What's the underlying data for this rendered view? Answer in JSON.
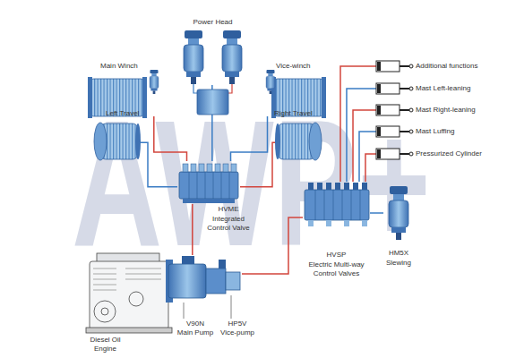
{
  "diagram": {
    "nodes": [
      {
        "text": [
          "Power Head"
        ]
      },
      {
        "text": [
          "Main Winch"
        ]
      },
      {
        "text": [
          "Vice-winch"
        ]
      },
      {
        "text": [
          "Left Travel"
        ]
      },
      {
        "text": [
          "Right Travel"
        ]
      },
      {
        "text": [
          "HVME",
          "Integrated Control Valve"
        ]
      },
      {
        "text": [
          "Additional functions"
        ]
      },
      {
        "text": [
          "Mast Left-leaning"
        ]
      },
      {
        "text": [
          "Mast Right-leaning"
        ]
      },
      {
        "text": [
          "Mast Luffing"
        ]
      },
      {
        "text": [
          "Pressurized Cylinder"
        ]
      },
      {
        "text": [
          "HVSP",
          "Electric Multi-way Control Valves"
        ]
      },
      {
        "text": [
          "HM5X",
          "Slewing"
        ]
      },
      {
        "text": [
          "Diesel Oil Engine"
        ]
      },
      {
        "text": [
          "V90N",
          "Main Pump"
        ]
      },
      {
        "text": [
          "HP5V",
          "Vice-pump"
        ]
      }
    ],
    "edges": [
      {
        "from": 0,
        "to": 5,
        "arrow": "none"
      },
      {
        "from": 1,
        "to": 5,
        "arrow": "none"
      },
      {
        "from": 2,
        "to": 5,
        "arrow": "none"
      },
      {
        "from": 3,
        "to": 5,
        "arrow": "none"
      },
      {
        "from": 4,
        "to": 5,
        "arrow": "none"
      },
      {
        "from": 5,
        "to": 14,
        "arrow": "none"
      },
      {
        "from": 11,
        "to": 6,
        "arrow": "none"
      },
      {
        "from": 11,
        "to": 7,
        "arrow": "none"
      },
      {
        "from": 11,
        "to": 8,
        "arrow": "none"
      },
      {
        "from": 11,
        "to": 9,
        "arrow": "none"
      },
      {
        "from": 11,
        "to": 10,
        "arrow": "none"
      },
      {
        "from": 11,
        "to": 12,
        "arrow": "none"
      },
      {
        "from": 15,
        "to": 11,
        "arrow": "none"
      }
    ],
    "labels": [
      "AWP+"
    ]
  }
}
